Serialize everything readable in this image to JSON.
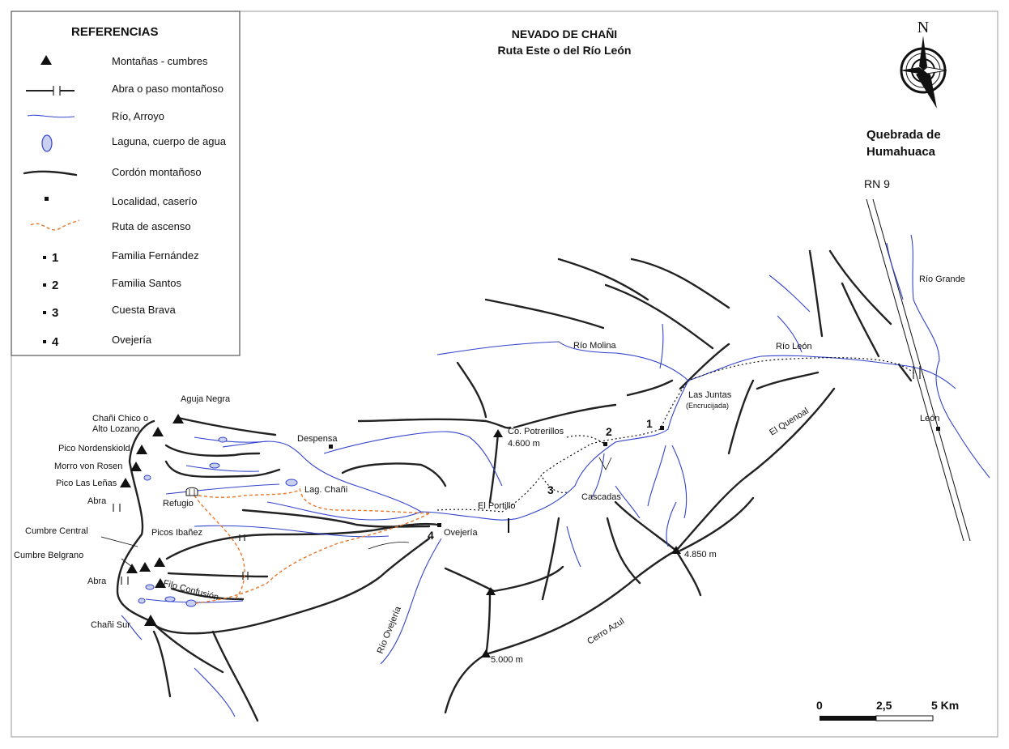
{
  "title": {
    "line1": "NEVADO DE CHAÑI",
    "line2": "Ruta Este o del Río León"
  },
  "compass": {
    "north_letter": "N"
  },
  "legend": {
    "heading": "REFERENCIAS",
    "items": [
      {
        "symbol": "triangle-icon",
        "label": "Montañas - cumbres"
      },
      {
        "symbol": "pass-icon",
        "label": "Abra o paso montañoso"
      },
      {
        "symbol": "river-icon",
        "label": "Río, Arroyo"
      },
      {
        "symbol": "lake-icon",
        "label": "Laguna, cuerpo de agua"
      },
      {
        "symbol": "ridge-icon",
        "label": "Cordón montañoso"
      },
      {
        "symbol": "square-icon",
        "label": "Localidad, caserío"
      },
      {
        "symbol": "route-icon",
        "label": "Ruta de ascenso"
      },
      {
        "symbol": "square-icon",
        "number": "1",
        "label": "Familia Fernández"
      },
      {
        "symbol": "square-icon",
        "number": "2",
        "label": "Familia Santos"
      },
      {
        "symbol": "square-icon",
        "number": "3",
        "label": "Cuesta Brava"
      },
      {
        "symbol": "square-icon",
        "number": "4",
        "label": "Ovejería"
      }
    ]
  },
  "regions": {
    "quebrada_line1": "Quebrada de",
    "quebrada_line2": "Humahuaca",
    "rn9": "RN 9"
  },
  "places": {
    "aguja_negra": "Aguja Negra",
    "chani_chico_1": "Chañi Chico o",
    "chani_chico_2": "Alto Lozano",
    "nordenskiold": "Pico Nordenskiold",
    "von_rosen": "Morro von Rosen",
    "las_lenas": "Pico Las Leñas",
    "abra_1": "Abra",
    "refugio": "Refugio",
    "cumbre_central": "Cumbre Central",
    "picos_ibanez": "Picos Ibañez",
    "cumbre_belgrano": "Cumbre Belgrano",
    "abra_2": "Abra",
    "filo_confusion": "Filo Confusión",
    "chani_sur": "Chañi Sur",
    "despensa": "Despensa",
    "lag_chani": "Lag. Chañi",
    "co_potrerillos": "Co. Potrerillos",
    "co_potrerillos_alt": "4.600 m",
    "el_portillo": "El Portillo",
    "ovejeria": "Ovejería",
    "rio_ovejeria": "Río Ovejería",
    "cascadas": "Cascadas",
    "las_juntas": "Las Juntas",
    "encrucijada": "(Encrucijada)",
    "el_quenoal": "El Quenoal",
    "rio_molina": "Río Molina",
    "rio_leon": "Río León",
    "rio_grande": "Río Grande",
    "leon": "León",
    "alt_4850": "4.850 m",
    "alt_5000": "5.000 m",
    "cerro_azul": "Cerro Azul",
    "mark_1": "1",
    "mark_2": "2",
    "mark_3": "3",
    "mark_4": "4"
  },
  "scale_bar": {
    "tick_0": "0",
    "tick_mid": "2,5",
    "tick_end": "5 Km"
  },
  "colors": {
    "river": "#3344cc",
    "route": "#e8772a",
    "ridge": "#222222",
    "lake_fill": "#c9d0f0"
  }
}
